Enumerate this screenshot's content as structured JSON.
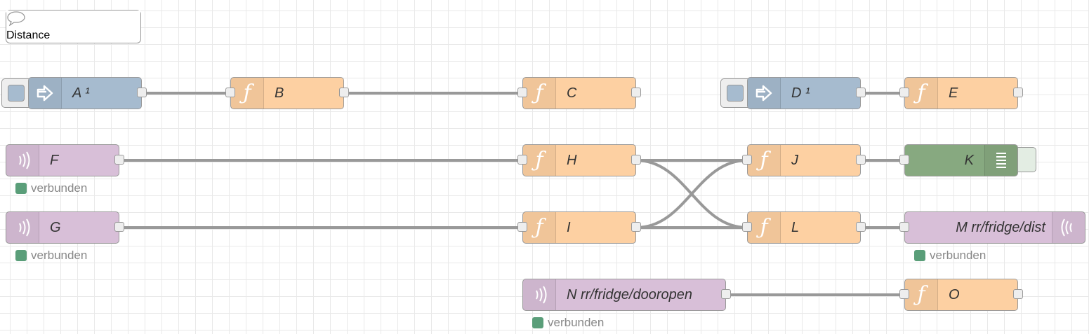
{
  "colors": {
    "inject": "#a6bbcf",
    "function": "#fdd0a2",
    "mqtt": "#d8bfd8",
    "debug": "#87a980",
    "status_connected": "#5a9e79",
    "wire": "#999999"
  },
  "comment": {
    "label": "Distance",
    "icon": "speech-bubble-icon"
  },
  "nodes": {
    "A": {
      "label": "A ¹",
      "type": "inject",
      "icon": "arrow-right-icon"
    },
    "B": {
      "label": "B",
      "type": "function",
      "icon": "function-icon"
    },
    "C": {
      "label": "C",
      "type": "function",
      "icon": "function-icon"
    },
    "D": {
      "label": "D ¹",
      "type": "inject",
      "icon": "arrow-right-icon"
    },
    "E": {
      "label": "E",
      "type": "function",
      "icon": "function-icon"
    },
    "F": {
      "label": "F",
      "type": "mqtt in",
      "icon": "radio-waves-icon",
      "status": "verbunden"
    },
    "G": {
      "label": "G",
      "type": "mqtt in",
      "icon": "radio-waves-icon",
      "status": "verbunden"
    },
    "H": {
      "label": "H",
      "type": "function",
      "icon": "function-icon"
    },
    "I": {
      "label": "I",
      "type": "function",
      "icon": "function-icon"
    },
    "J": {
      "label": "J",
      "type": "function",
      "icon": "function-icon"
    },
    "K": {
      "label": "K",
      "type": "debug",
      "icon": "list-icon"
    },
    "L": {
      "label": "L",
      "type": "function",
      "icon": "function-icon"
    },
    "M": {
      "label": "M rr/fridge/dist",
      "type": "mqtt out",
      "icon": "radio-waves-icon",
      "status": "verbunden"
    },
    "N": {
      "label": "N rr/fridge/dooropen",
      "type": "mqtt in",
      "icon": "radio-waves-icon",
      "status": "verbunden"
    },
    "O": {
      "label": "O",
      "type": "function",
      "icon": "function-icon"
    }
  },
  "wires": [
    [
      "A",
      "B"
    ],
    [
      "B",
      "C"
    ],
    [
      "D",
      "E"
    ],
    [
      "F",
      "H"
    ],
    [
      "G",
      "I"
    ],
    [
      "H",
      "J"
    ],
    [
      "H",
      "L"
    ],
    [
      "I",
      "J"
    ],
    [
      "I",
      "L"
    ],
    [
      "J",
      "K"
    ],
    [
      "L",
      "M"
    ],
    [
      "N",
      "O"
    ]
  ]
}
